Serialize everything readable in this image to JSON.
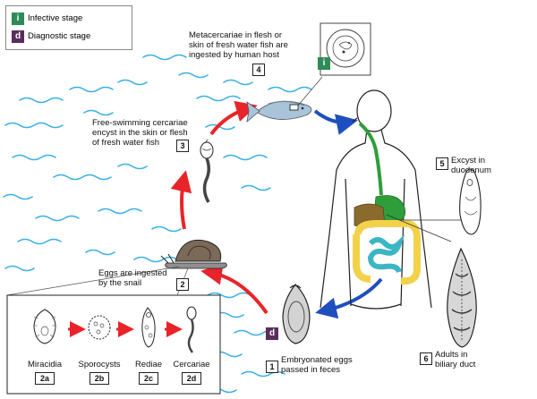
{
  "legend": {
    "infective": {
      "badge": "i",
      "label": "Infective stage",
      "color": "#2e8b57"
    },
    "diagnostic": {
      "badge": "d",
      "label": "Diagnostic stage",
      "color": "#5a2d5c"
    }
  },
  "steps": {
    "s1": {
      "num": "1",
      "label1": "Embryonated eggs",
      "label2": "passed in feces"
    },
    "s2": {
      "num": "2",
      "label1": "Eggs are ingested",
      "label2": "by the snail"
    },
    "s3": {
      "num": "3",
      "label1": "Free-swimming cercariae",
      "label2": "encyst in the skin or flesh",
      "label3": "of fresh water fish"
    },
    "s4": {
      "num": "4",
      "label1": "Metacercariae in flesh or",
      "label2": "skin of fresh water fish are",
      "label3": "ingested by human host"
    },
    "s5": {
      "num": "5",
      "label1": "Excyst in",
      "label2": "duodenum"
    },
    "s6": {
      "num": "6",
      "label1": "Adults in",
      "label2": "biliary duct"
    }
  },
  "snail_stages": [
    {
      "name": "Miracidia",
      "num": "2a"
    },
    {
      "name": "Sporocysts",
      "num": "2b"
    },
    {
      "name": "Rediae",
      "num": "2c"
    },
    {
      "name": "Cercariae",
      "num": "2d"
    }
  ],
  "colors": {
    "red_arrow": "#e8242a",
    "blue_arrow": "#1f4fbf",
    "water": "#3ab0e6",
    "gut_green": "#2f9e3a",
    "liver": "#8b6a2e",
    "intestine_yellow": "#f2d24b",
    "intestine_cyan": "#3bb6c4"
  }
}
